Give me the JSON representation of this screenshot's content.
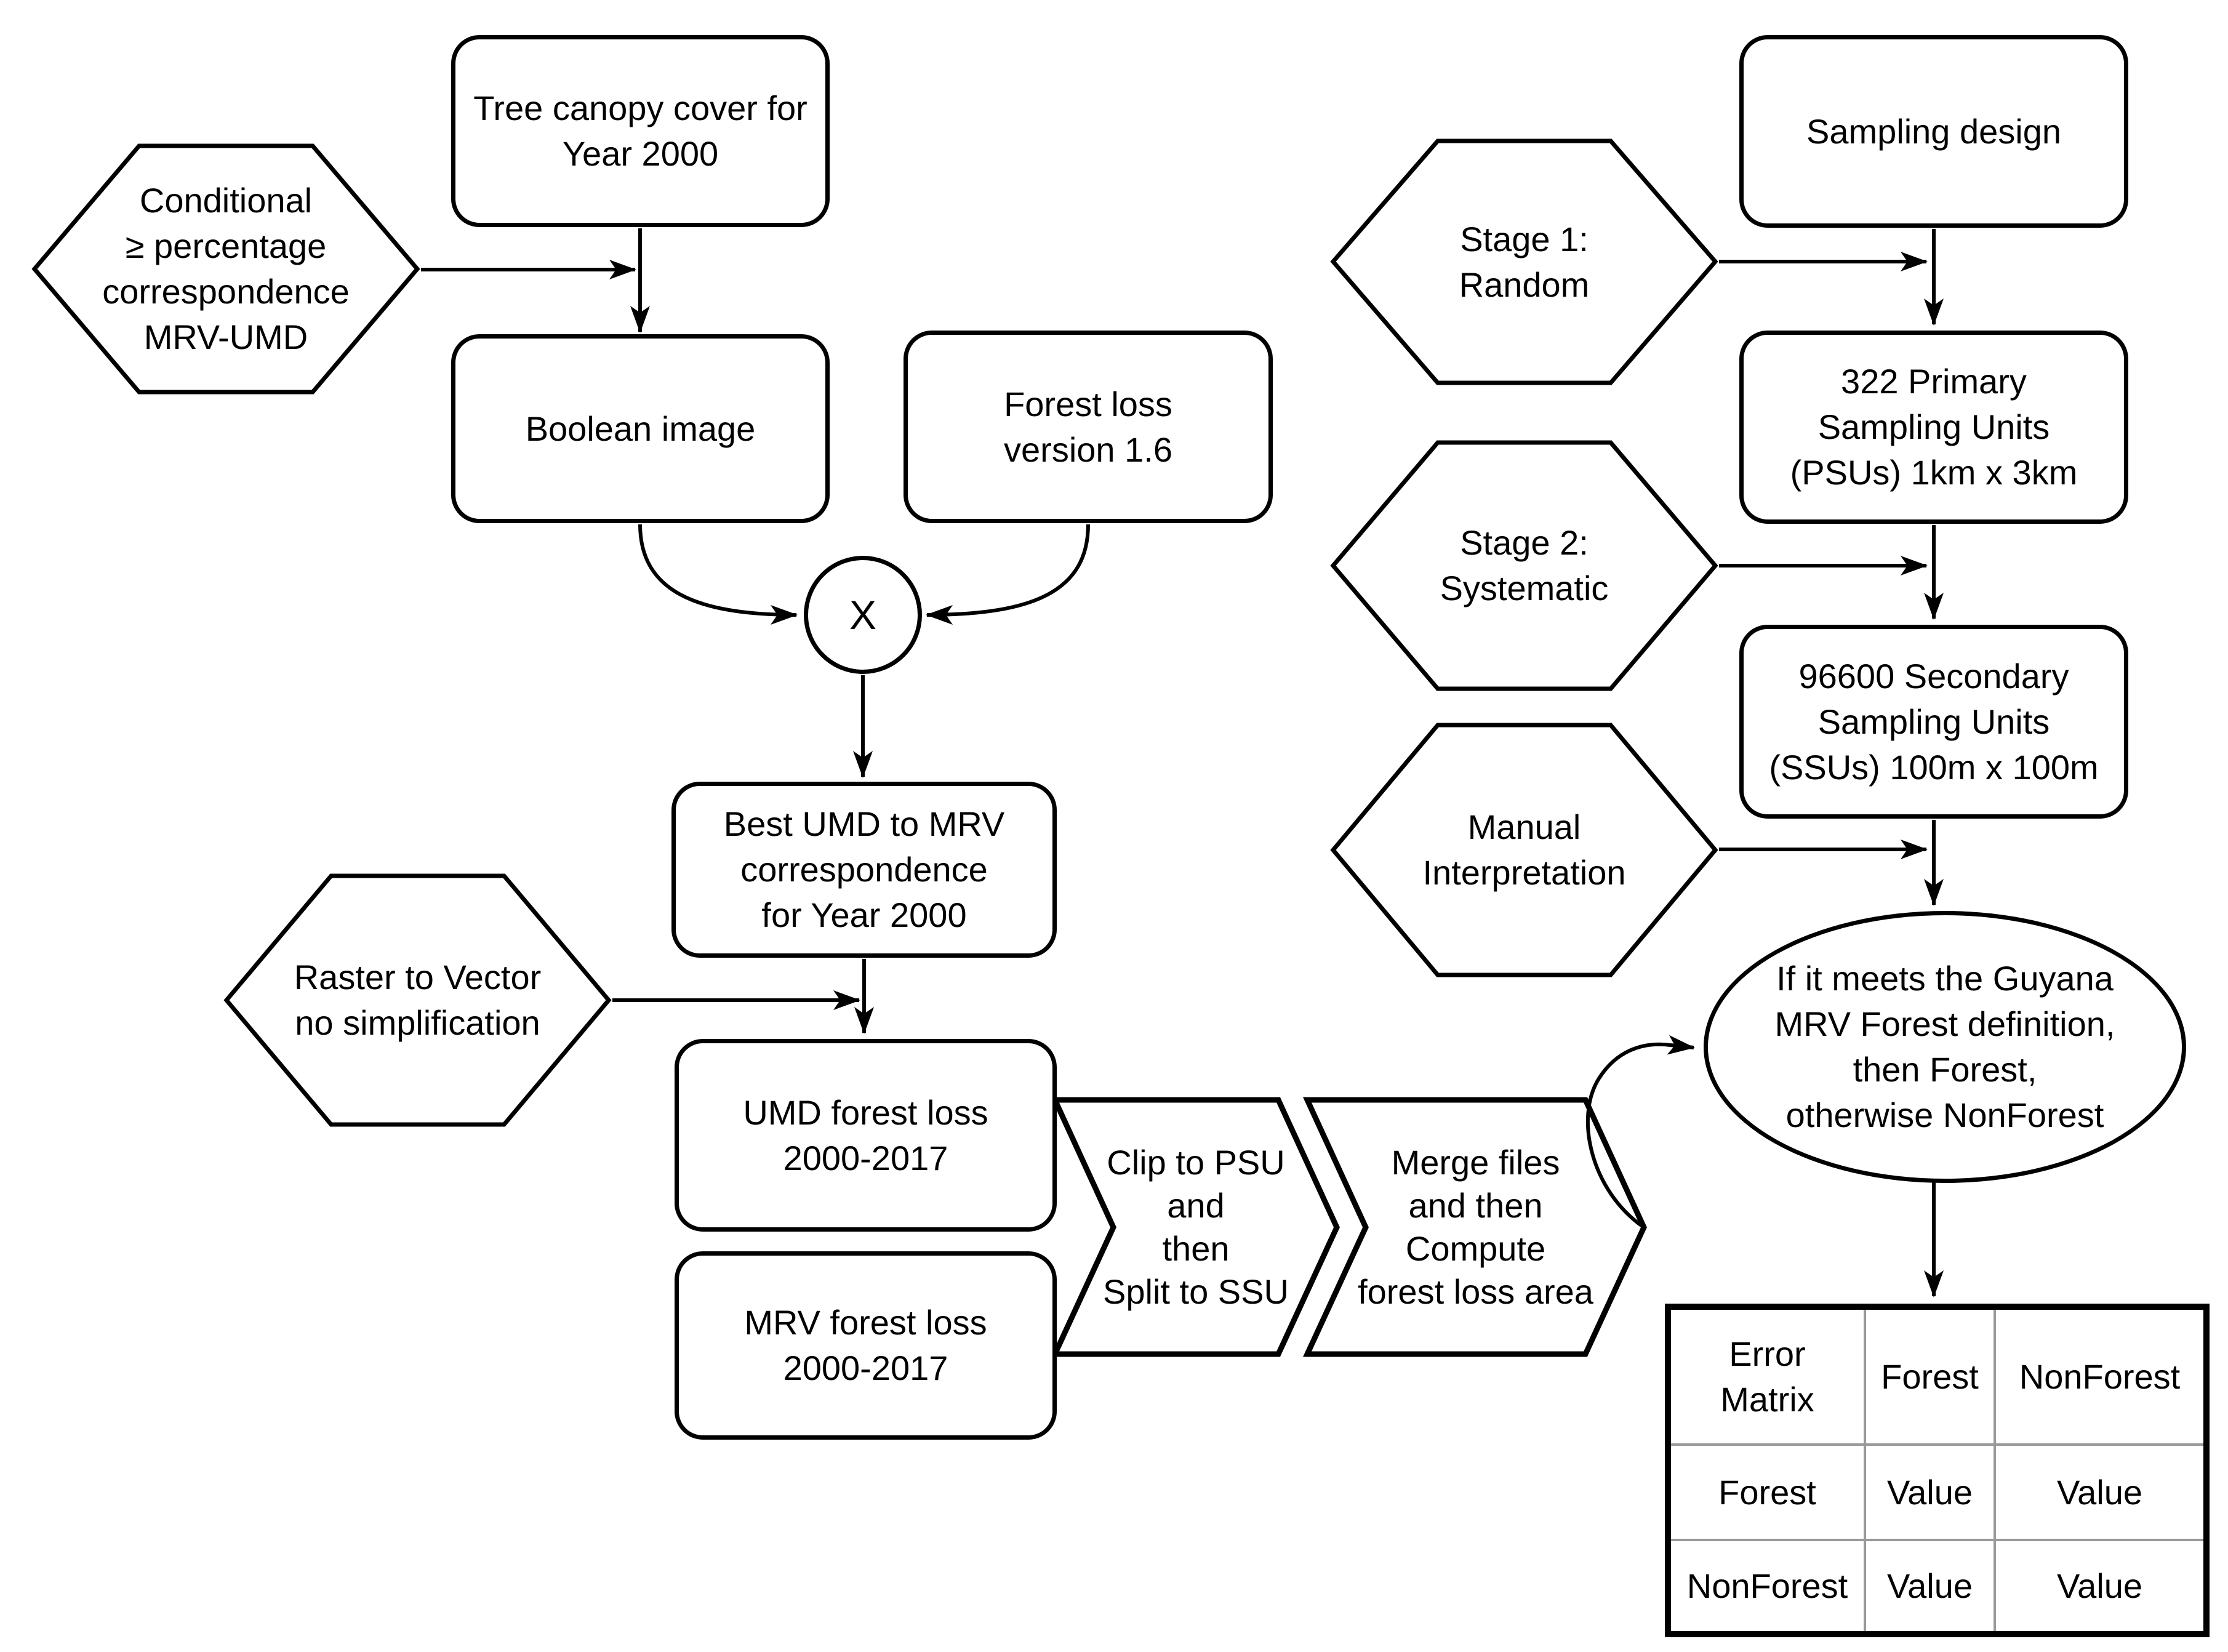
{
  "nodes": {
    "conditional_hex": "Conditional\n≥ percentage\ncorrespondence\nMRV-UMD",
    "tree_canopy": "Tree canopy cover for\nYear 2000",
    "boolean_image": "Boolean image",
    "forest_loss_v16": "Forest loss\nversion 1.6",
    "multiply": "X",
    "best_umd": "Best UMD to MRV\ncorrespondence\nfor Year 2000",
    "raster_hex": "Raster to Vector\nno simplification",
    "umd_forest_loss": "UMD forest loss\n2000-2017",
    "mrv_forest_loss": "MRV forest loss\n2000-2017",
    "clip_chevron": "Clip to PSU\nand\nthen\nSplit to SSU",
    "merge_chevron": "Merge files\nand then\nCompute\nforest loss area",
    "sampling_design": "Sampling design",
    "stage1_hex": "Stage 1:\nRandom",
    "psu_units": "322 Primary\nSampling Units\n(PSUs) 1km x 3km",
    "stage2_hex": "Stage 2:\nSystematic",
    "ssu_units": "96600 Secondary\nSampling Units\n(SSUs) 100m x 100m",
    "manual_hex": "Manual\nInterpretation",
    "decision_ellipse": "If it meets the Guyana\nMRV Forest definition,\nthen Forest,\notherwise NonForest"
  },
  "error_matrix": {
    "header": [
      "Error\nMatrix",
      "Forest",
      "NonForest"
    ],
    "rows": [
      [
        "Forest",
        "Value",
        "Value"
      ],
      [
        "NonForest",
        "Value",
        "Value"
      ]
    ]
  },
  "colors": {
    "stroke": "#000000",
    "fill": "#ffffff",
    "table_inner_line": "#999999"
  }
}
